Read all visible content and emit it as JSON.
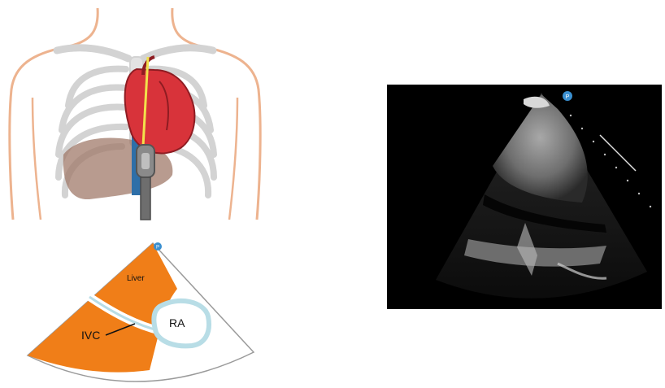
{
  "diagram": {
    "labels": {
      "liver": "Liver",
      "ivc": "IVC",
      "ra": "RA",
      "probe_marker": "P"
    },
    "colors": {
      "liver_fill": "#F07E18",
      "ra_outline": "#B8DDE6",
      "torso_outline": "#EDB38F",
      "rib_outline": "#D3D3D3",
      "heart_red": "#D8333A",
      "vessel_blue": "#2E6FA8",
      "probe_gray": "#8A8A8A",
      "marker_blue": "#3A8FD0",
      "echo_background": "#000000"
    }
  },
  "ultrasound": {
    "probe_marker": "P"
  }
}
